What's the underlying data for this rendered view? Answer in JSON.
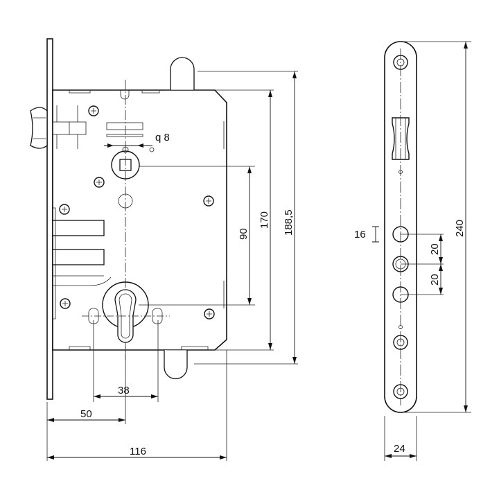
{
  "dimensions": {
    "width_116": "116",
    "backset_50": "50",
    "spacing_38": "38",
    "q8": "q  8",
    "centre_90": "90",
    "height_170": "170",
    "height_188_5": "188,5",
    "faceplate_240": "240",
    "faceplate_24": "24",
    "hole_16": "16",
    "spacing_20_a": "20",
    "spacing_20_b": "20"
  }
}
